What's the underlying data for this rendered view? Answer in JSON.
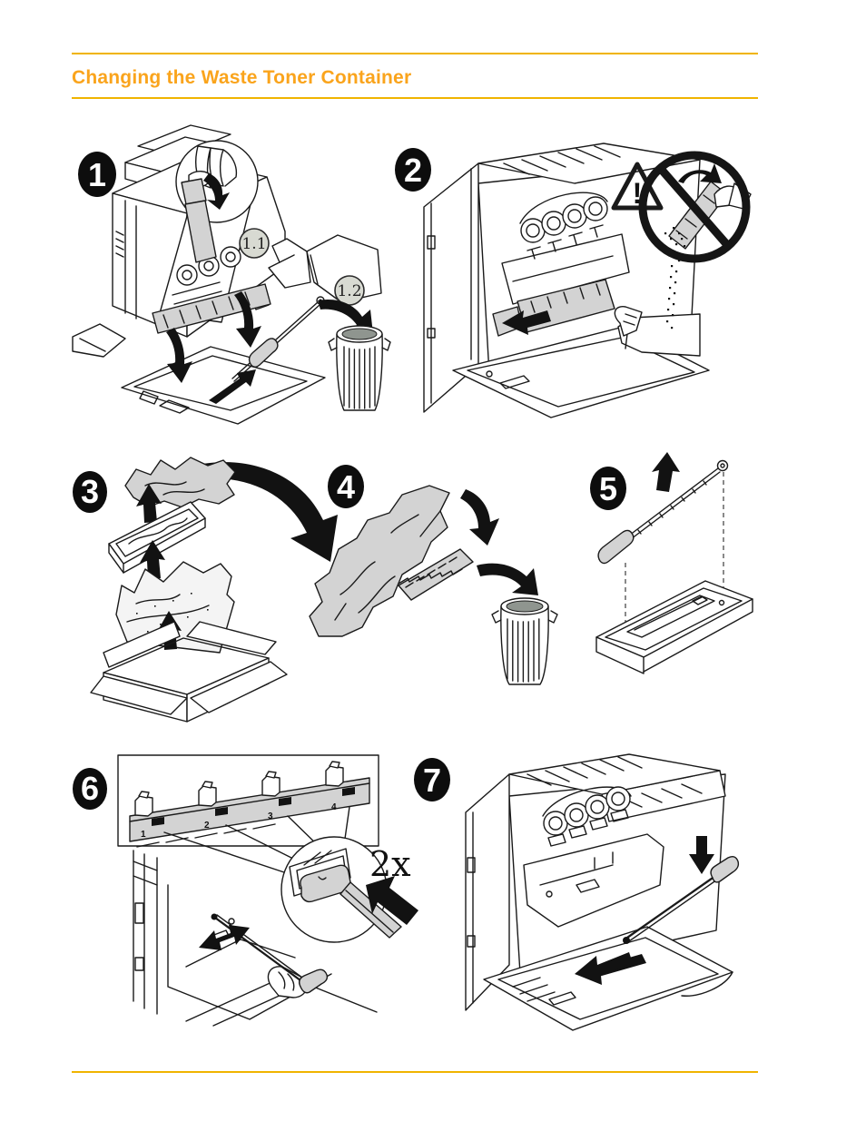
{
  "page": {
    "title": "Changing the Waste Toner Container",
    "colors": {
      "title": "#FAA41C",
      "rule": "#F0B400",
      "ink": "#1A1A1A",
      "shade": "#D3D3D3"
    }
  },
  "figure": {
    "steps": [
      {
        "number": "1"
      },
      {
        "number": "2"
      },
      {
        "number": "3"
      },
      {
        "number": "4"
      },
      {
        "number": "5"
      },
      {
        "number": "6"
      },
      {
        "number": "7"
      }
    ],
    "callouts": {
      "first": "1.1",
      "second": "1.2"
    },
    "warning_mark": "!",
    "repeat_label": "2x",
    "ports": [
      "1",
      "2",
      "3",
      "4"
    ]
  }
}
